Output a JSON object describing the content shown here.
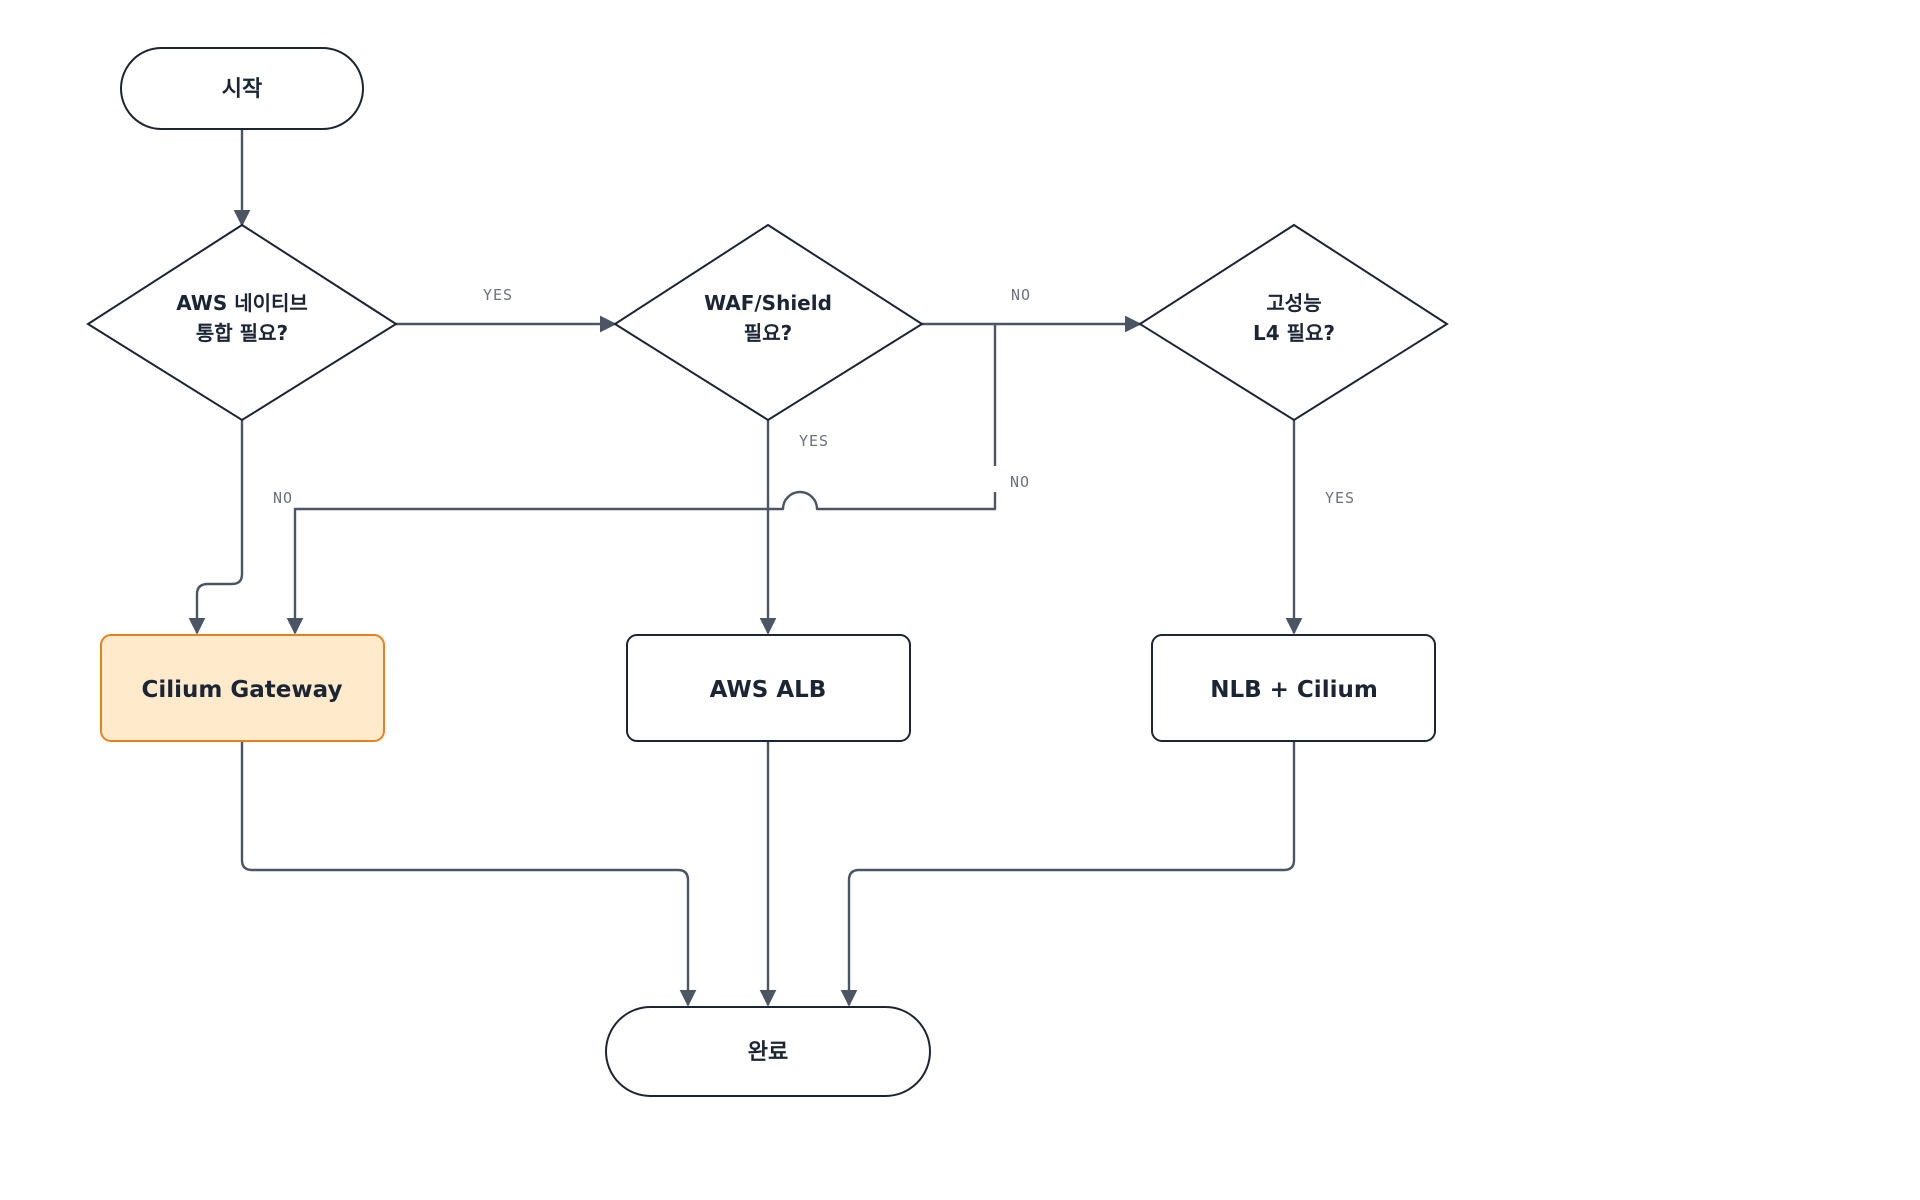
{
  "colors": {
    "stroke": "#1b2533",
    "edge": "#4b5563",
    "label": "#6b7280",
    "highlight_fill": "#ffebcc",
    "highlight_stroke": "#e8801e",
    "background": "#ffffff"
  },
  "nodes": {
    "start": {
      "label": "시작"
    },
    "decision_aws": {
      "lines": [
        "AWS 네이티브",
        "통합 필요?"
      ]
    },
    "decision_waf": {
      "lines": [
        "WAF/Shield",
        "필요?"
      ]
    },
    "decision_l4": {
      "lines": [
        "고성능",
        "L4 필요?"
      ]
    },
    "cilium_gateway": {
      "label": "Cilium Gateway"
    },
    "aws_alb": {
      "label": "AWS ALB"
    },
    "nlb_cilium": {
      "label": "NLB + Cilium"
    },
    "end": {
      "label": "완료"
    }
  },
  "edges": {
    "aws_yes": "YES",
    "aws_no": "NO",
    "waf_yes": "YES",
    "waf_no": "NO",
    "l4_yes": "YES",
    "l4_no": "NO"
  }
}
